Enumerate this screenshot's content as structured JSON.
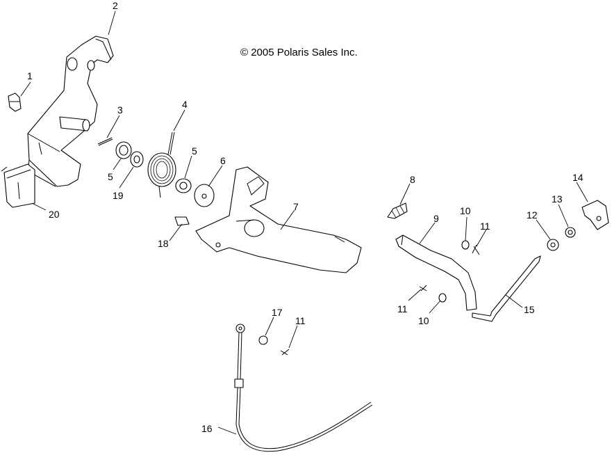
{
  "copyright": "© 2005 Polaris Sales Inc.",
  "callouts": [
    {
      "id": "c1",
      "text": "1"
    },
    {
      "id": "c2",
      "text": "2"
    },
    {
      "id": "c3",
      "text": "3"
    },
    {
      "id": "c4",
      "text": "4"
    },
    {
      "id": "c5a",
      "text": "5"
    },
    {
      "id": "c5b",
      "text": "5"
    },
    {
      "id": "c6",
      "text": "6"
    },
    {
      "id": "c7",
      "text": "7"
    },
    {
      "id": "c8",
      "text": "8"
    },
    {
      "id": "c9",
      "text": "9"
    },
    {
      "id": "c10a",
      "text": "10"
    },
    {
      "id": "c10b",
      "text": "10"
    },
    {
      "id": "c11a",
      "text": "11"
    },
    {
      "id": "c11b",
      "text": "11"
    },
    {
      "id": "c11c",
      "text": "11"
    },
    {
      "id": "c12",
      "text": "12"
    },
    {
      "id": "c13",
      "text": "13"
    },
    {
      "id": "c14",
      "text": "14"
    },
    {
      "id": "c15",
      "text": "15"
    },
    {
      "id": "c16",
      "text": "16"
    },
    {
      "id": "c17",
      "text": "17"
    },
    {
      "id": "c18",
      "text": "18"
    },
    {
      "id": "c19",
      "text": "19"
    },
    {
      "id": "c20",
      "text": "20"
    }
  ]
}
